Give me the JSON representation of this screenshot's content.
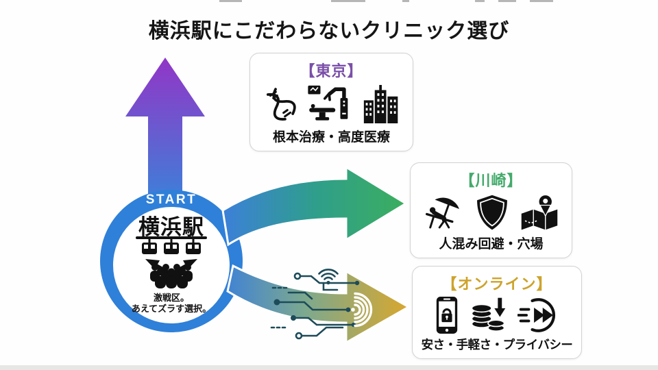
{
  "title": "横浜駅にこだわらないクリニック選び",
  "start": {
    "badge": "START",
    "station_name": "横浜駅",
    "note_line1": "激戦区。",
    "note_line2": "あえてズラす選択。",
    "icon": "station-crowd-diverging-arrows-icon",
    "ring_color": "#2f80d8"
  },
  "options": [
    {
      "label": "【東京】",
      "color": "#7b4fa8",
      "caption": "根本治療・高度医療",
      "icons": [
        "dna-icon",
        "surgical-robot-icon",
        "city-buildings-icon"
      ],
      "arrow": {
        "direction": "up",
        "gradient": [
          "#3c80d9",
          "#9136c6"
        ]
      }
    },
    {
      "label": "【川崎】",
      "color": "#43aa6b",
      "caption": "人混み回避・穴場",
      "icons": [
        "beach-lounger-umbrella-icon",
        "shield-icon",
        "map-location-pin-icon"
      ],
      "arrow": {
        "direction": "right",
        "gradient": [
          "#3c80d9",
          "#3bae5e"
        ]
      }
    },
    {
      "label": "【オンライン】",
      "color": "#cda32b",
      "caption": "安さ・手軽さ・プライバシー",
      "icons": [
        "smartphone-lock-icon",
        "coins-down-arrow-icon",
        "fast-forward-icon"
      ],
      "arrow": {
        "direction": "down-right",
        "gradient": [
          "#3c80d9",
          "#d8a72e"
        ]
      }
    }
  ],
  "decorations": {
    "circuit": "circuit-pattern",
    "wifi": "wifi-icon",
    "signal": "signal-waves-icon"
  }
}
